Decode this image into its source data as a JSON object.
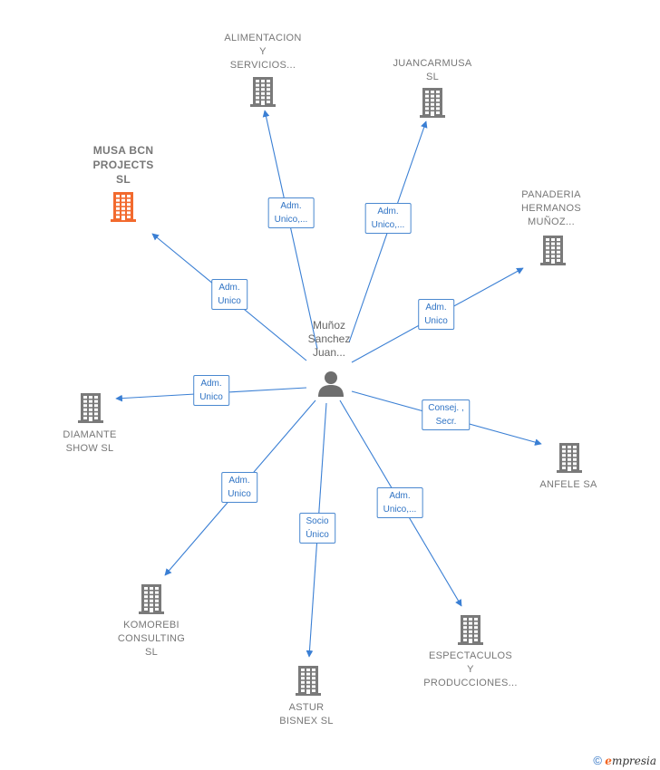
{
  "colors": {
    "edge": "#3a7fd4",
    "building": "#7a7a7a",
    "focus_building": "#f26a2e",
    "person": "#6e6e6e"
  },
  "person": {
    "lines": [
      "Muñoz",
      "Sanchez",
      "Juan..."
    ]
  },
  "companies": [
    {
      "id": "musa",
      "lines": [
        "MUSA BCN",
        "PROJECTS",
        "SL"
      ],
      "focus": true
    },
    {
      "id": "alimentacion",
      "lines": [
        "ALIMENTACION",
        "Y",
        "SERVICIOS..."
      ]
    },
    {
      "id": "juancarmusa",
      "lines": [
        "JUANCARMUSA",
        "SL"
      ]
    },
    {
      "id": "panaderia",
      "lines": [
        "PANADERIA",
        "HERMANOS",
        "MUÑOZ..."
      ]
    },
    {
      "id": "diamante",
      "lines": [
        "DIAMANTE",
        "SHOW SL"
      ]
    },
    {
      "id": "anfele",
      "lines": [
        "ANFELE SA"
      ]
    },
    {
      "id": "komorebi",
      "lines": [
        "KOMOREBI",
        "CONSULTING",
        "SL"
      ]
    },
    {
      "id": "espectaculos",
      "lines": [
        "ESPECTACULOS",
        "Y",
        "PRODUCCIONES..."
      ]
    },
    {
      "id": "astur",
      "lines": [
        "ASTUR",
        "BISNEX  SL"
      ]
    }
  ],
  "relations": [
    {
      "target": "musa",
      "lines": [
        "Adm.",
        "Unico"
      ]
    },
    {
      "target": "alimentacion",
      "lines": [
        "Adm.",
        "Unico,..."
      ]
    },
    {
      "target": "juancarmusa",
      "lines": [
        "Adm.",
        "Unico,..."
      ]
    },
    {
      "target": "panaderia",
      "lines": [
        "Adm.",
        "Unico"
      ]
    },
    {
      "target": "diamante",
      "lines": [
        "Adm.",
        "Unico"
      ]
    },
    {
      "target": "anfele",
      "lines": [
        "Consej. ,",
        "Secr."
      ]
    },
    {
      "target": "komorebi",
      "lines": [
        "Adm.",
        "Unico"
      ]
    },
    {
      "target": "espectaculos",
      "lines": [
        "Adm.",
        "Unico,..."
      ]
    },
    {
      "target": "astur",
      "lines": [
        "Socio",
        "Único"
      ]
    }
  ],
  "footer": {
    "copyright": "©",
    "brand_initial": "e",
    "brand_rest": "mpresia"
  }
}
